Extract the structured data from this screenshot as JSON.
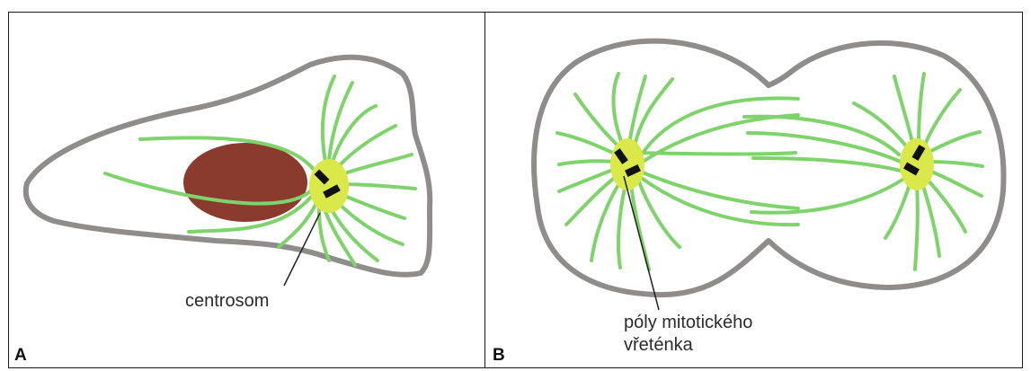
{
  "panels": [
    {
      "letter": "A",
      "label": "centrosom"
    },
    {
      "letter": "B",
      "label_line1": "póly mitotického",
      "label_line2": "vřeténka"
    }
  ],
  "colors": {
    "membrane": "#8f8c8c",
    "microtubule": "#7fd36b",
    "centrosome": "#dbe84a",
    "centriole": "#111111",
    "nucleus": "#8b3a2e",
    "frame": "#1a1a1a",
    "leader_line": "#222222"
  }
}
